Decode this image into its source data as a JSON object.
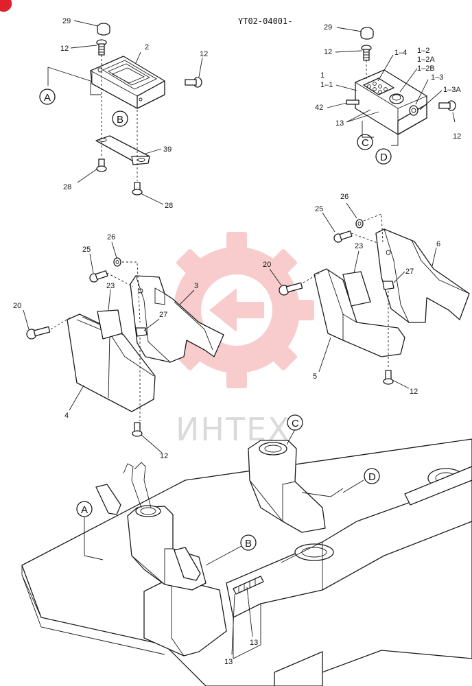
{
  "drawing_code": "YT02-04001-",
  "watermark": {
    "text": "ИНТЕХ",
    "color": "#e84b4b"
  },
  "corner_badge_color": "#e0202a",
  "callouts": [
    "A",
    "B",
    "C",
    "D",
    "A",
    "B",
    "C",
    "D"
  ],
  "labels": {
    "l29a": "29",
    "l12a": "12",
    "l2": "2",
    "l12b": "12",
    "l39": "39",
    "l28a": "28",
    "l28b": "28",
    "l29b": "29",
    "l12c": "12",
    "l14": "1–4",
    "l12n": "1–2",
    "l12A": "1–2A",
    "l12B": "1–2B",
    "l1": "1",
    "l11": "1–1",
    "l13": "1–3",
    "l13A": "1–3A",
    "l42": "42",
    "l13a": "13",
    "l12d": "12",
    "l25a": "25",
    "l26a": "26",
    "l23a": "23",
    "l3": "3",
    "l20a": "20",
    "l27a": "27",
    "l4": "4",
    "l12e": "12",
    "l26b": "26",
    "l25b": "25",
    "l23b": "23",
    "l6": "6",
    "l20b": "20",
    "l27b": "27",
    "l5": "5",
    "l12f": "12",
    "l13b": "13",
    "l13c": "13"
  }
}
